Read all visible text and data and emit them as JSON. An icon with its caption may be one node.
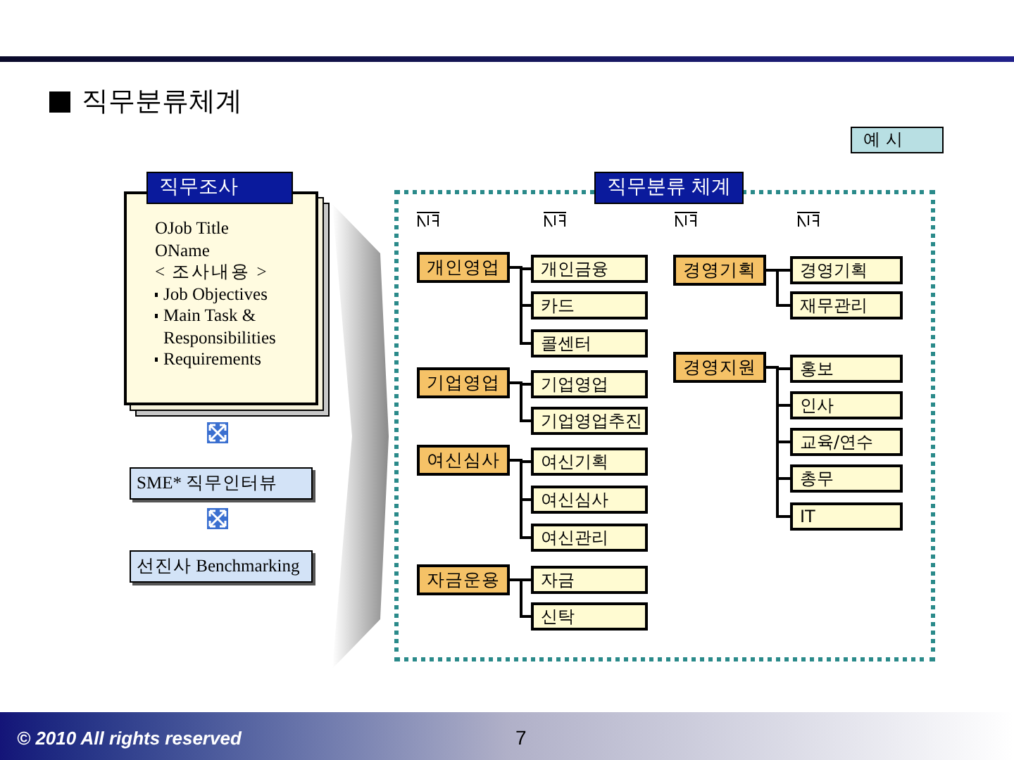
{
  "diagram": {
    "title": "직무분류체계",
    "nodes": [
      {
        "text": [
          "직무조사",
          "OJob Title",
          "OName",
          "< 조사내용 >",
          "Job Objectives",
          "Main Task & Responsibilities",
          "Requirements"
        ]
      },
      {
        "text": [
          "SME* 직무인터뷰"
        ]
      },
      {
        "text": [
          "선진사 Benchmarking"
        ]
      },
      {
        "text": [
          "직무분류 체계"
        ]
      },
      {
        "text": [
          "개인영업"
        ],
        "in": 3
      },
      {
        "text": [
          "개인금융"
        ],
        "in": 3
      },
      {
        "text": [
          "카드"
        ],
        "in": 3
      },
      {
        "text": [
          "콜센터"
        ],
        "in": 3
      },
      {
        "text": [
          "기업영업"
        ],
        "in": 3
      },
      {
        "text": [
          "기업영업"
        ],
        "in": 3
      },
      {
        "text": [
          "기업영업추진"
        ],
        "in": 3
      },
      {
        "text": [
          "여신심사"
        ],
        "in": 3
      },
      {
        "text": [
          "여신기획"
        ],
        "in": 3
      },
      {
        "text": [
          "여신심사"
        ],
        "in": 3
      },
      {
        "text": [
          "여신관리"
        ],
        "in": 3
      },
      {
        "text": [
          "자금운용"
        ],
        "in": 3
      },
      {
        "text": [
          "자금"
        ],
        "in": 3
      },
      {
        "text": [
          "신탁"
        ],
        "in": 3
      },
      {
        "text": [
          "경영기획"
        ],
        "in": 3
      },
      {
        "text": [
          "경영기획"
        ],
        "in": 3
      },
      {
        "text": [
          "재무관리"
        ],
        "in": 3
      },
      {
        "text": [
          "경영지원"
        ],
        "in": 3
      },
      {
        "text": [
          "홍보"
        ],
        "in": 3
      },
      {
        "text": [
          "인사"
        ],
        "in": 3
      },
      {
        "text": [
          "교육/연수"
        ],
        "in": 3
      },
      {
        "text": [
          "총무"
        ],
        "in": 3
      },
      {
        "text": [
          "IT"
        ],
        "in": 3
      },
      {
        "text": [],
        "shape": "arrow"
      }
    ],
    "edges": [
      {
        "from": 4,
        "to": 5,
        "arrow": "none"
      },
      {
        "from": 4,
        "to": 6,
        "arrow": "none"
      },
      {
        "from": 4,
        "to": 7,
        "arrow": "none"
      },
      {
        "from": 8,
        "to": 9,
        "arrow": "none"
      },
      {
        "from": 8,
        "to": 10,
        "arrow": "none"
      },
      {
        "from": 11,
        "to": 12,
        "arrow": "none"
      },
      {
        "from": 11,
        "to": 13,
        "arrow": "none"
      },
      {
        "from": 11,
        "to": 14,
        "arrow": "none"
      },
      {
        "from": 15,
        "to": 16,
        "arrow": "none"
      },
      {
        "from": 15,
        "to": 17,
        "arrow": "none"
      },
      {
        "from": 18,
        "to": 19,
        "arrow": "none"
      },
      {
        "from": 18,
        "to": 20,
        "arrow": "none"
      },
      {
        "from": 21,
        "to": 22,
        "arrow": "none"
      },
      {
        "from": 21,
        "to": 23,
        "arrow": "none"
      },
      {
        "from": 21,
        "to": 24,
        "arrow": "none"
      },
      {
        "from": 21,
        "to": 25,
        "arrow": "none"
      },
      {
        "from": 21,
        "to": 26,
        "arrow": "none"
      }
    ],
    "labels": [
      "예 시",
      "© 2010 All rights reserved",
      "7"
    ]
  }
}
